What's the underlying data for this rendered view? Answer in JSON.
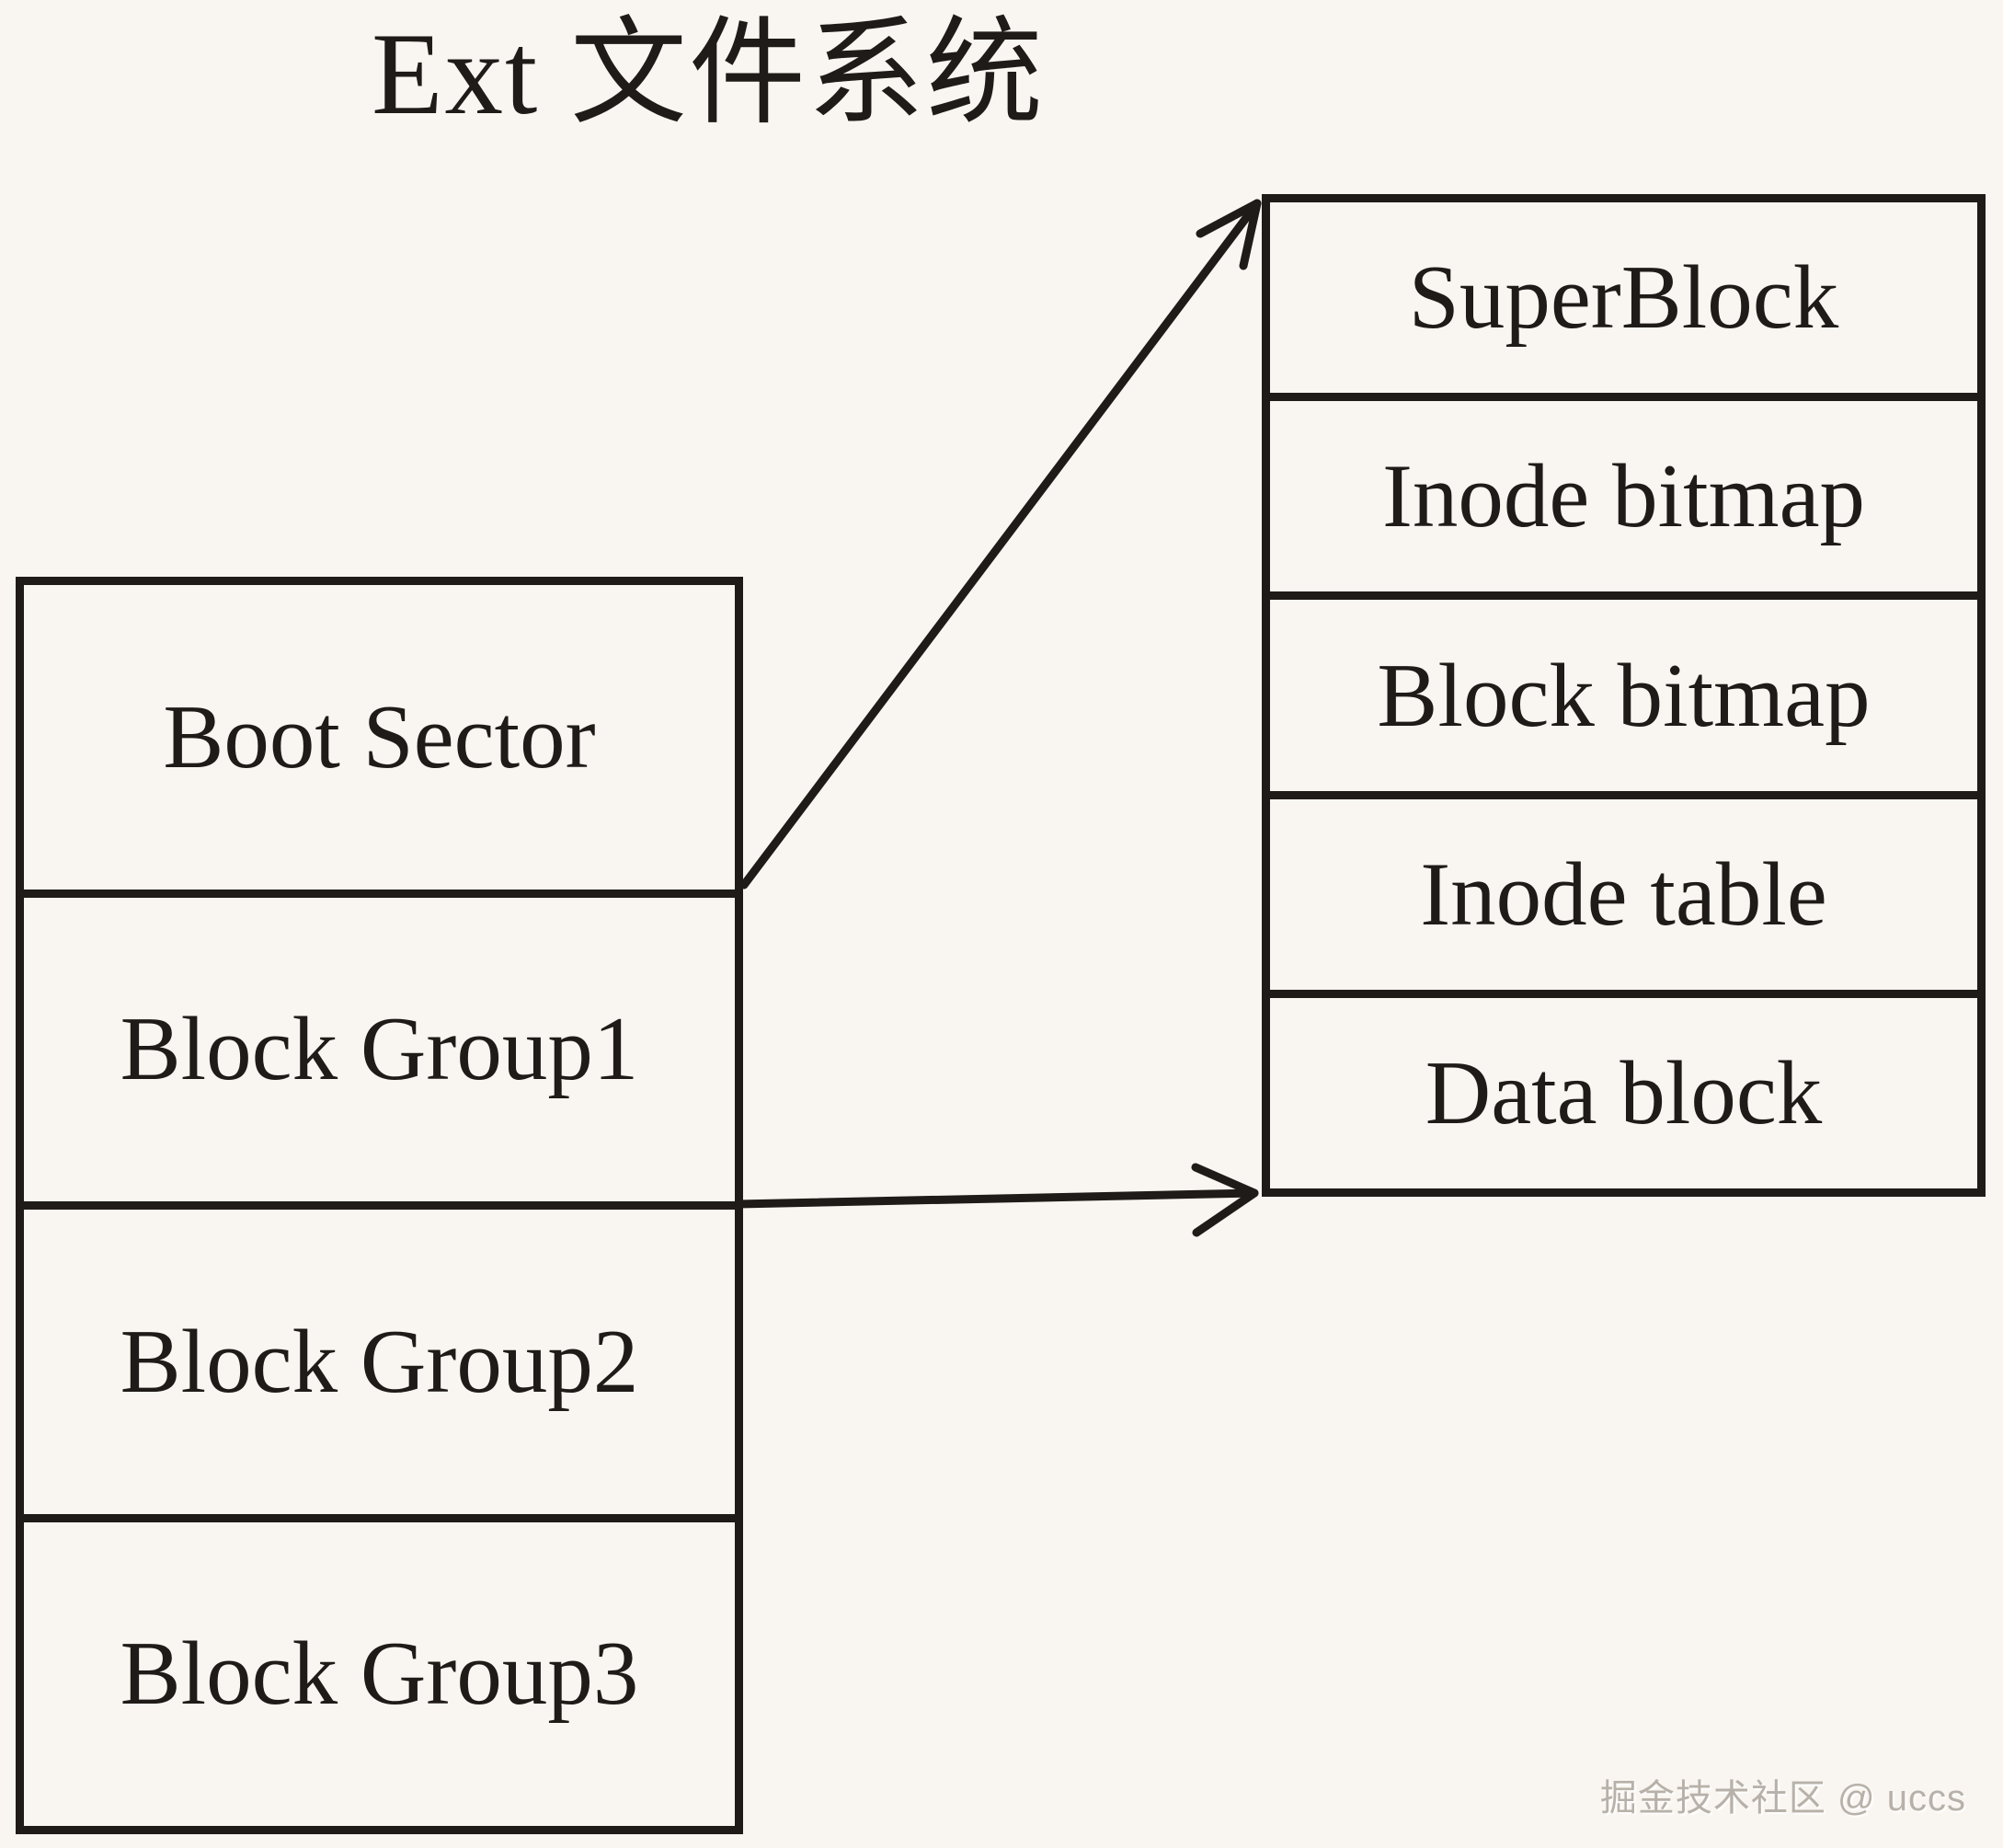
{
  "title": "Ext 文件系统",
  "left_column": {
    "rows": [
      "Boot Sector",
      "Block Group1",
      "Block Group2",
      "Block Group3"
    ]
  },
  "right_column": {
    "rows": [
      "SuperBlock",
      "Inode bitmap",
      "Block bitmap",
      "Inode table",
      "Data block"
    ]
  },
  "arrows": [
    {
      "name": "block-group1-to-superblock",
      "from": "Block Group1 top-right corner",
      "to": "right box top-left corner"
    },
    {
      "name": "block-group1-to-data-block",
      "from": "Block Group1 bottom-right corner",
      "to": "right box bottom-left corner"
    }
  ],
  "watermark": {
    "text": "掘金技术社区 @ uccs"
  },
  "colors": {
    "background": "#f9f5f0",
    "line": "#1e1b18",
    "text": "#1e1b18",
    "watermark": "#b7b1a9"
  }
}
